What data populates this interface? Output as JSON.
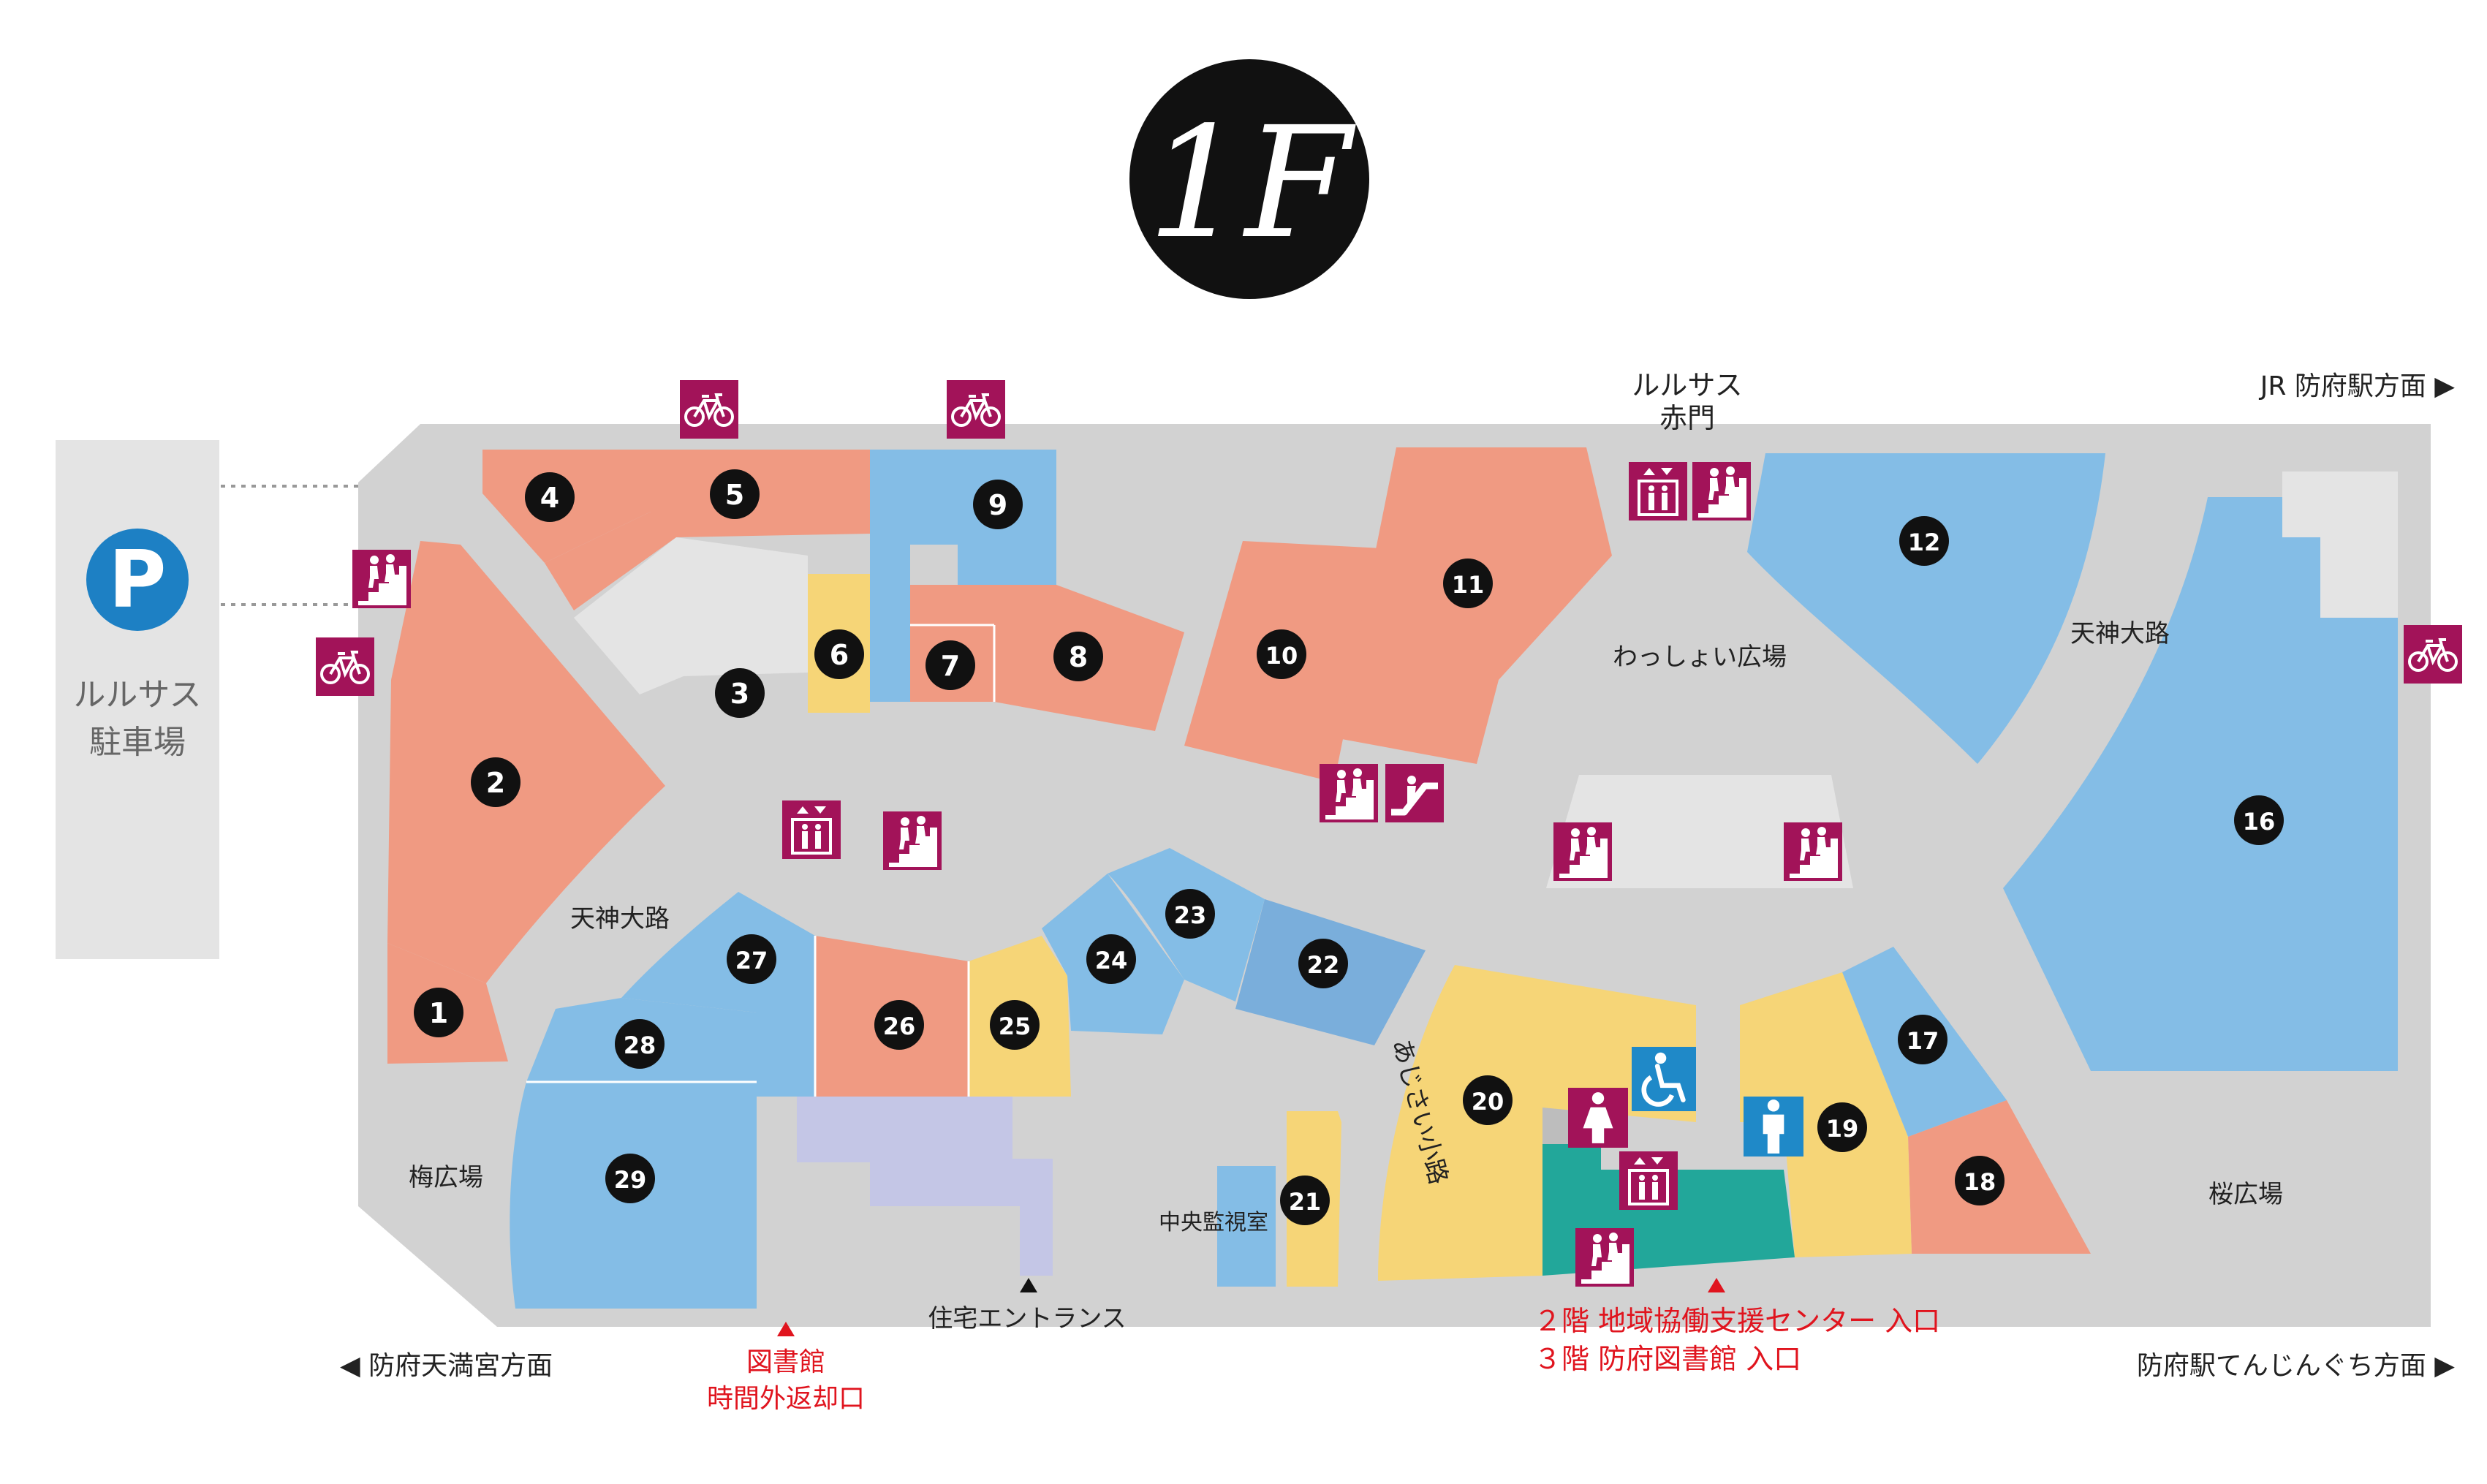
{
  "colors": {
    "floor": "#d2d2d2",
    "store_salmon": "#f09a82",
    "store_blue": "#84bde6",
    "store_blue_dark": "#7aaedb",
    "store_yellow": "#f6d577",
    "lavender": "#c4c6e6",
    "teal": "#22a79a",
    "blank": "#e4e4e4",
    "facility": "#a21359",
    "parking_blue": "#1d80c4"
  },
  "floor_title": "1F",
  "parking": {
    "symbol": "P",
    "label_line1": "ルルサス",
    "label_line2": "駐車場"
  },
  "gate": {
    "line1": "ルルサス",
    "line2": "赤門"
  },
  "directions": {
    "top_right": "JR 防府駅方面 ▶",
    "bottom_left": "◀ 防府天満宮方面",
    "bottom_right": "防府駅てんじんぐち方面 ▶"
  },
  "area_labels": {
    "wasshoi": "わっしょい広場",
    "tenjin_left": "天神大路",
    "tenjin_right": "天神大路",
    "ajisai": "あじさい小路",
    "ume": "梅広場",
    "sakura": "桜広場",
    "kanshi": "中央監視室",
    "residence": "住宅エントランス"
  },
  "notes": {
    "library_return_line1": "図書館",
    "library_return_line2": "時間外返却口",
    "entrance_line1": "２階  地域協働支援センター 入口",
    "entrance_line2": "３階  防府図書館 入口"
  },
  "stores": [
    "1",
    "2",
    "3",
    "4",
    "5",
    "6",
    "7",
    "8",
    "9",
    "10",
    "11",
    "12",
    "16",
    "17",
    "18",
    "19",
    "20",
    "21",
    "22",
    "23",
    "24",
    "25",
    "26",
    "27",
    "28",
    "29"
  ],
  "icons": [
    "bicycle-icon",
    "stairs-icon",
    "elevator-icon",
    "escalator-icon",
    "wheelchair-icon",
    "womens-restroom-icon",
    "mens-restroom-icon"
  ]
}
